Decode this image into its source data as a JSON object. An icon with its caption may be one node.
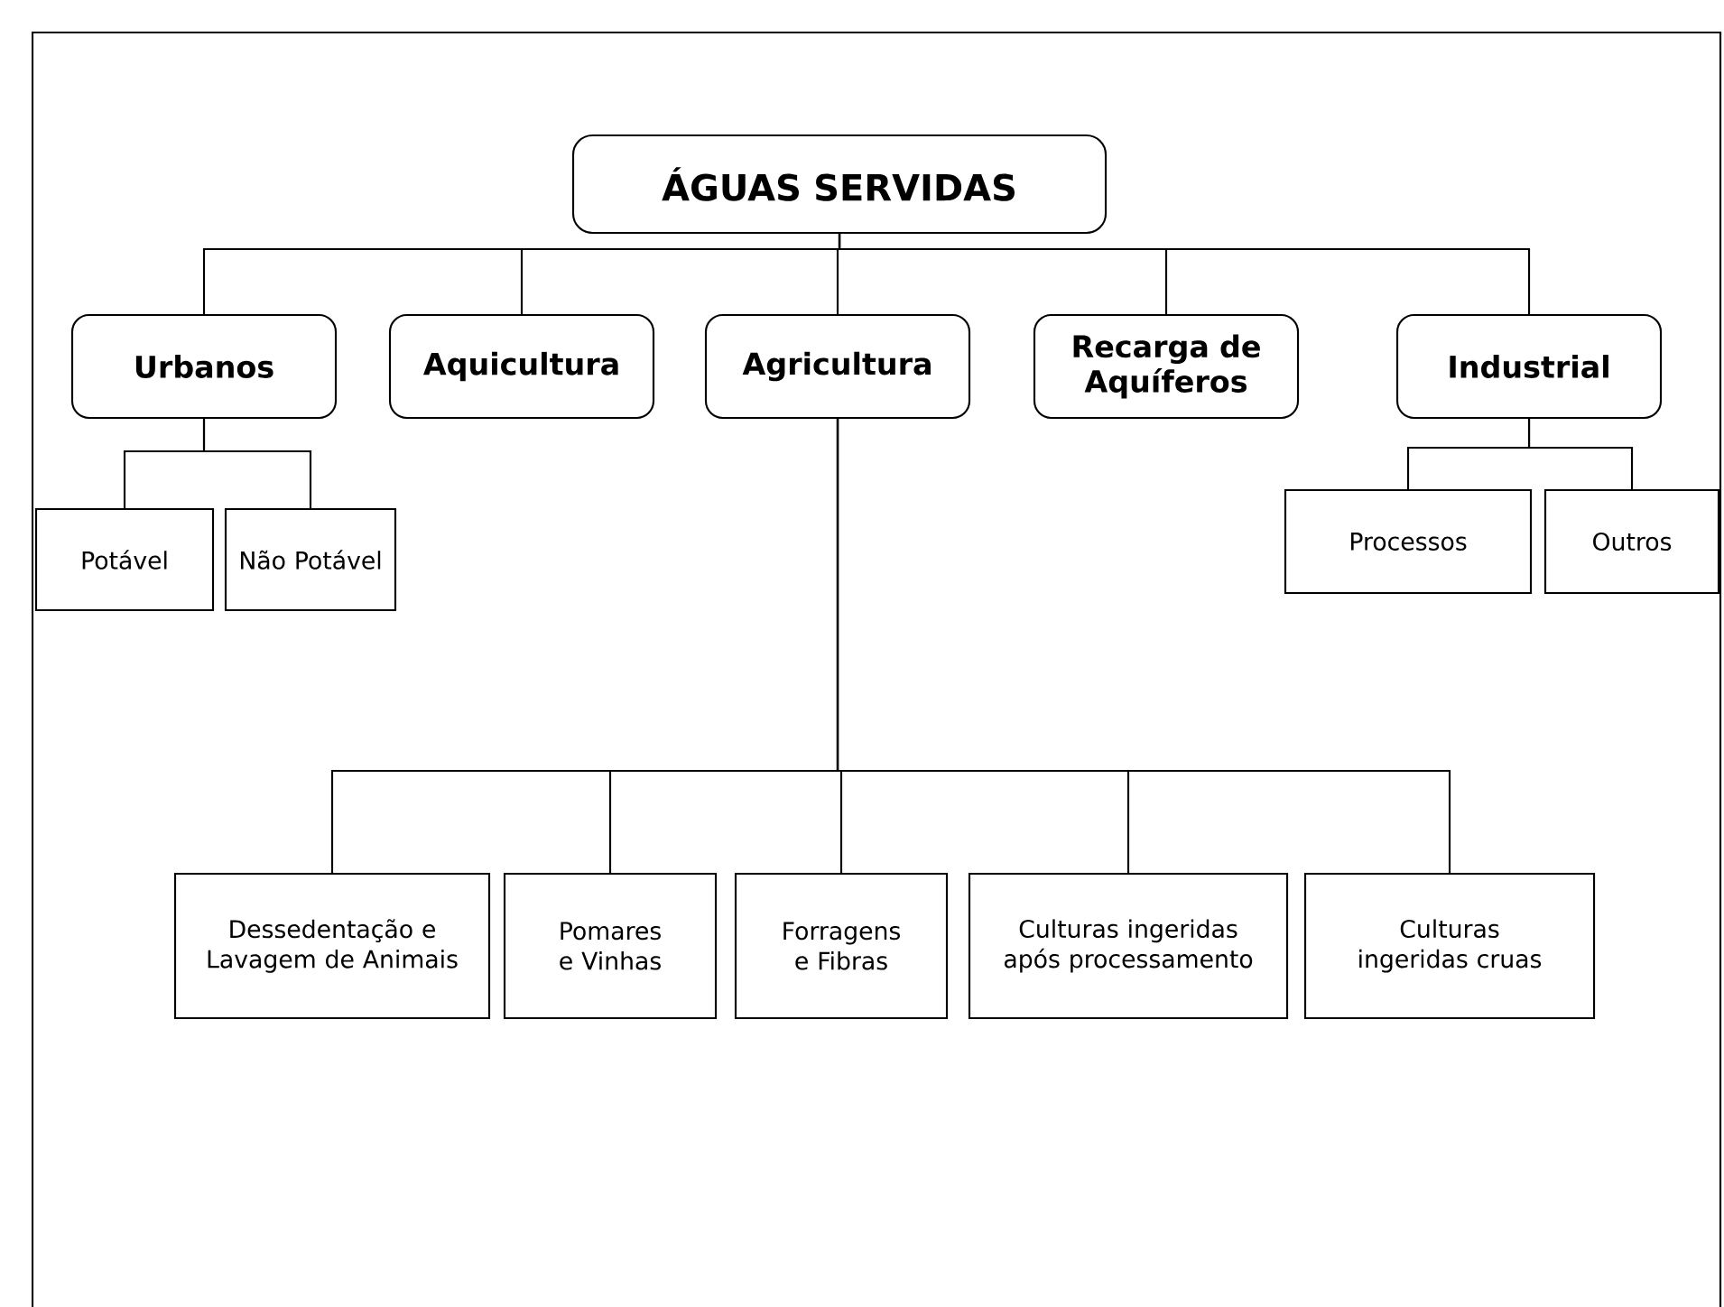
{
  "diagram": {
    "nodes": [
      {
        "text": [
          "ÁGUAS SERVIDAS"
        ]
      },
      {
        "text": [
          "Urbanos"
        ]
      },
      {
        "text": [
          "Aquicultura"
        ]
      },
      {
        "text": [
          "Agricultura"
        ]
      },
      {
        "text": [
          "Recarga de Aquíferos"
        ]
      },
      {
        "text": [
          "Industrial"
        ]
      },
      {
        "text": [
          "Potável"
        ]
      },
      {
        "text": [
          "Não Potável"
        ]
      },
      {
        "text": [
          "Processos"
        ]
      },
      {
        "text": [
          "Outros"
        ]
      },
      {
        "text": [
          "Dessedentação e Lavagem de Animais"
        ]
      },
      {
        "text": [
          "Pomares e Vinhas"
        ]
      },
      {
        "text": [
          "Forragens e Fibras"
        ]
      },
      {
        "text": [
          "Culturas ingeridas após processamento"
        ]
      },
      {
        "text": [
          "Culturas ingeridas cruas"
        ]
      }
    ],
    "edges": [
      {
        "from": 0,
        "to": 1,
        "arrow": "none"
      },
      {
        "from": 0,
        "to": 2,
        "arrow": "none"
      },
      {
        "from": 0,
        "to": 3,
        "arrow": "none"
      },
      {
        "from": 0,
        "to": 4,
        "arrow": "none"
      },
      {
        "from": 0,
        "to": 5,
        "arrow": "none"
      },
      {
        "from": 1,
        "to": 6,
        "arrow": "none"
      },
      {
        "from": 1,
        "to": 7,
        "arrow": "none"
      },
      {
        "from": 5,
        "to": 8,
        "arrow": "none"
      },
      {
        "from": 5,
        "to": 9,
        "arrow": "none"
      },
      {
        "from": 3,
        "to": 10,
        "arrow": "none"
      },
      {
        "from": 3,
        "to": 11,
        "arrow": "none"
      },
      {
        "from": 3,
        "to": 12,
        "arrow": "none"
      },
      {
        "from": 3,
        "to": 13,
        "arrow": "none"
      },
      {
        "from": 3,
        "to": 14,
        "arrow": "none"
      }
    ]
  }
}
